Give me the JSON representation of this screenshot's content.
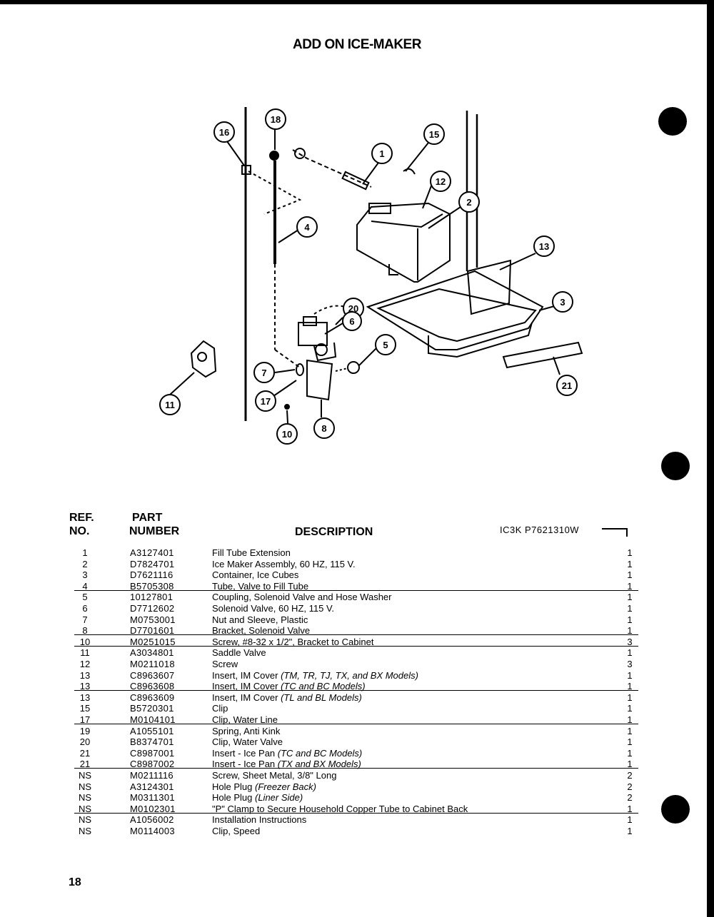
{
  "title": "ADD ON ICE-MAKER",
  "columns": {
    "ref_line1": "REF.",
    "ref_line2": "NO.",
    "part_line1": "PART",
    "part_line2": "NUMBER",
    "description": "DESCRIPTION",
    "model": "IC3K  P7621310W"
  },
  "callouts": [
    "1",
    "2",
    "3",
    "4",
    "5",
    "6",
    "7",
    "8",
    "10",
    "11",
    "12",
    "13",
    "15",
    "16",
    "17",
    "18",
    "20",
    "21"
  ],
  "rows": [
    {
      "ref": "1",
      "part": "A3127401",
      "desc": "Fill Tube Extension",
      "note": "",
      "qty": "1"
    },
    {
      "ref": "2",
      "part": "D7824701",
      "desc": "Ice Maker Assembly, 60 HZ, 115 V.",
      "note": "",
      "qty": "1"
    },
    {
      "ref": "3",
      "part": "D7621116",
      "desc": "Container, Ice Cubes",
      "note": "",
      "qty": "1"
    },
    {
      "ref": "4",
      "part": "B5705308",
      "desc": "Tube, Valve to Fill Tube",
      "note": "",
      "qty": "1"
    },
    {
      "ref": "5",
      "part": "10127801",
      "desc": "Coupling, Solenoid Valve and Hose Washer",
      "note": "",
      "qty": "1"
    },
    {
      "ref": "6",
      "part": "D7712602",
      "desc": "Solenoid Valve, 60 HZ, 115 V.",
      "note": "",
      "qty": "1"
    },
    {
      "ref": "7",
      "part": "M0753001",
      "desc": "Nut and Sleeve, Plastic",
      "note": "",
      "qty": "1"
    },
    {
      "ref": "8",
      "part": "D7701601",
      "desc": "Bracket, Solenoid Valve",
      "note": "",
      "qty": "1"
    },
    {
      "ref": "10",
      "part": "M0251015",
      "desc": "Screw, #8-32 x 1/2\", Bracket to Cabinet",
      "note": "",
      "qty": "3"
    },
    {
      "ref": "11",
      "part": "A3034801",
      "desc": "Saddle Valve",
      "note": "",
      "qty": "1"
    },
    {
      "ref": "12",
      "part": "M0211018",
      "desc": "Screw",
      "note": "",
      "qty": "3"
    },
    {
      "ref": "13",
      "part": "C8963607",
      "desc": "Insert, IM Cover",
      "note": "(TM, TR, TJ, TX, and BX Models)",
      "qty": "1"
    },
    {
      "ref": "13",
      "part": "C8963608",
      "desc": "Insert, IM Cover",
      "note": "(TC and BC Models)",
      "qty": "1"
    },
    {
      "ref": "13",
      "part": "C8963609",
      "desc": "Insert, IM Cover",
      "note": "(TL and BL Models)",
      "qty": "1"
    },
    {
      "ref": "15",
      "part": "B5720301",
      "desc": "Clip",
      "note": "",
      "qty": "1"
    },
    {
      "ref": "17",
      "part": "M0104101",
      "desc": "Clip, Water Line",
      "note": "",
      "qty": "1"
    },
    {
      "ref": "19",
      "part": "A1055101",
      "desc": "Spring, Anti Kink",
      "note": "",
      "qty": "1"
    },
    {
      "ref": "20",
      "part": "B8374701",
      "desc": "Clip, Water Valve",
      "note": "",
      "qty": "1"
    },
    {
      "ref": "21",
      "part": "C8987001",
      "desc": "Insert - Ice Pan",
      "note": "(TC and BC Models)",
      "qty": "1"
    },
    {
      "ref": "21",
      "part": "C8987002",
      "desc": "Insert - Ice Pan",
      "note": "(TX and BX Models)",
      "qty": "1"
    },
    {
      "ref": "NS",
      "part": "M0211116",
      "desc": "Screw, Sheet Metal, 3/8\" Long",
      "note": "",
      "qty": "2"
    },
    {
      "ref": "NS",
      "part": "A3124301",
      "desc": "Hole Plug",
      "note": "(Freezer Back)",
      "qty": "2"
    },
    {
      "ref": "NS",
      "part": "M0311301",
      "desc": "Hole Plug",
      "note": "(Liner Side)",
      "qty": "2"
    },
    {
      "ref": "NS",
      "part": "M0102301",
      "desc": "\"P\" Clamp to Secure Household Copper Tube to Cabinet Back",
      "note": "",
      "qty": "1"
    },
    {
      "ref": "NS",
      "part": "A1056002",
      "desc": "Installation Instructions",
      "note": "",
      "qty": "1"
    },
    {
      "ref": "NS",
      "part": "M0114003",
      "desc": "Clip, Speed",
      "note": "",
      "qty": "1"
    }
  ],
  "page_number": "18"
}
